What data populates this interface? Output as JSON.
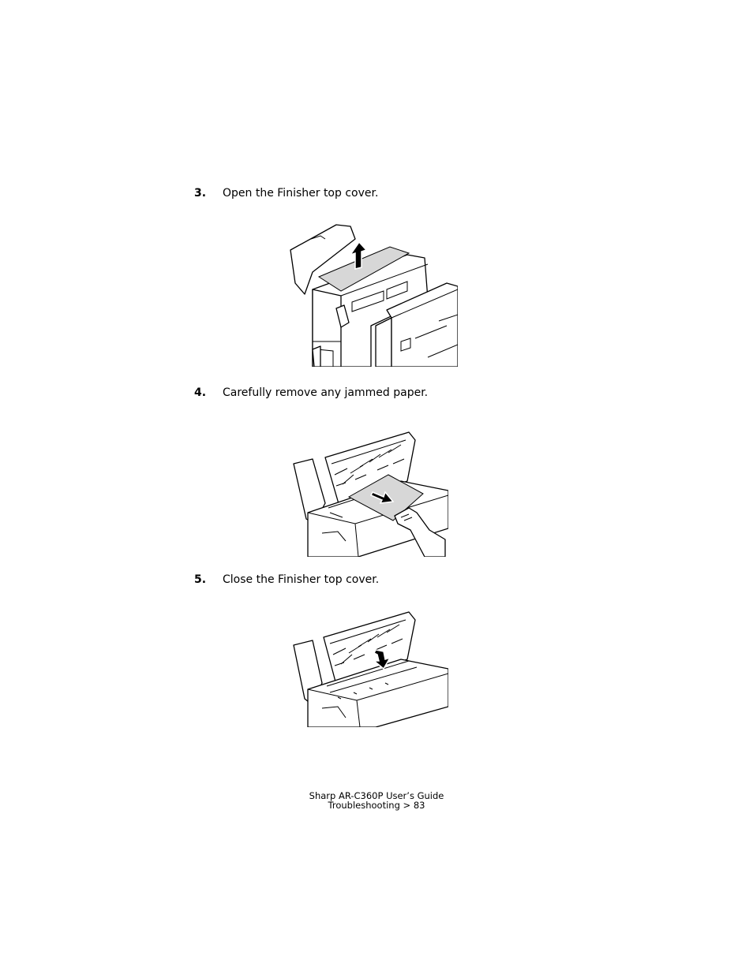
{
  "steps": [
    {
      "number": "3.",
      "text": "Open the Finisher top cover."
    },
    {
      "number": "4.",
      "text": "Carefully remove any jammed paper."
    },
    {
      "number": "5.",
      "text": "Close the Finisher top cover."
    }
  ],
  "footer": {
    "line1": "Sharp AR-C360P User’s Guide",
    "line2": "Troubleshooting > 83"
  }
}
